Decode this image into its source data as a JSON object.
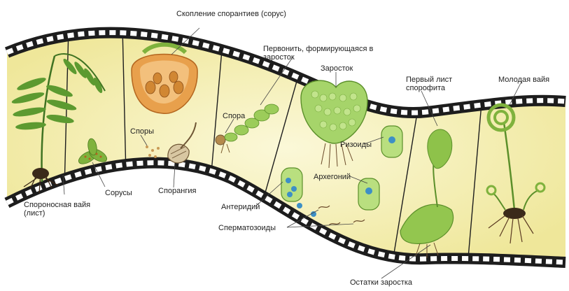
{
  "colors": {
    "film": "#1d1d1d",
    "frame_fill": "#f6f1b8",
    "frame_fill_light": "#fbf8d8",
    "fern_green": "#4f8f2c",
    "fern_light": "#8ec24a",
    "sorus_orange": "#e6a24a",
    "root_brown": "#5b3b22",
    "cell_blue": "#3d8fc6",
    "label_text": "#222222",
    "leader_line": "#444444"
  },
  "icons": [
    "fern-frond-icon",
    "sorus-icon",
    "sporangium-icon",
    "spore-icon",
    "prothallus-icon",
    "archegonium-icon",
    "antheridium-icon",
    "sperm-icon",
    "sporophyte-icon",
    "young-frond-icon"
  ],
  "labels": {
    "sporangia_cluster": "Скопление спорантиев (сорус)",
    "forming_primordium": "Первонить, формирующаяся в заросток",
    "prothallus": "Заросток",
    "first_leaf": "Первый лист спорофита",
    "young_frond": "Молодая вайя",
    "spores": "Споры",
    "spore": "Спора",
    "rhizoids": "Ризоиды",
    "archegonium": "Архегоний",
    "sori": "Сорусы",
    "sporangium": "Спорангия",
    "antheridium": "Антеридий",
    "spore_bearing_frond": "Спороносная вайя (лист)",
    "spermatozoids": "Сперматозоиды",
    "prothallus_remains": "Остатки заростка"
  }
}
